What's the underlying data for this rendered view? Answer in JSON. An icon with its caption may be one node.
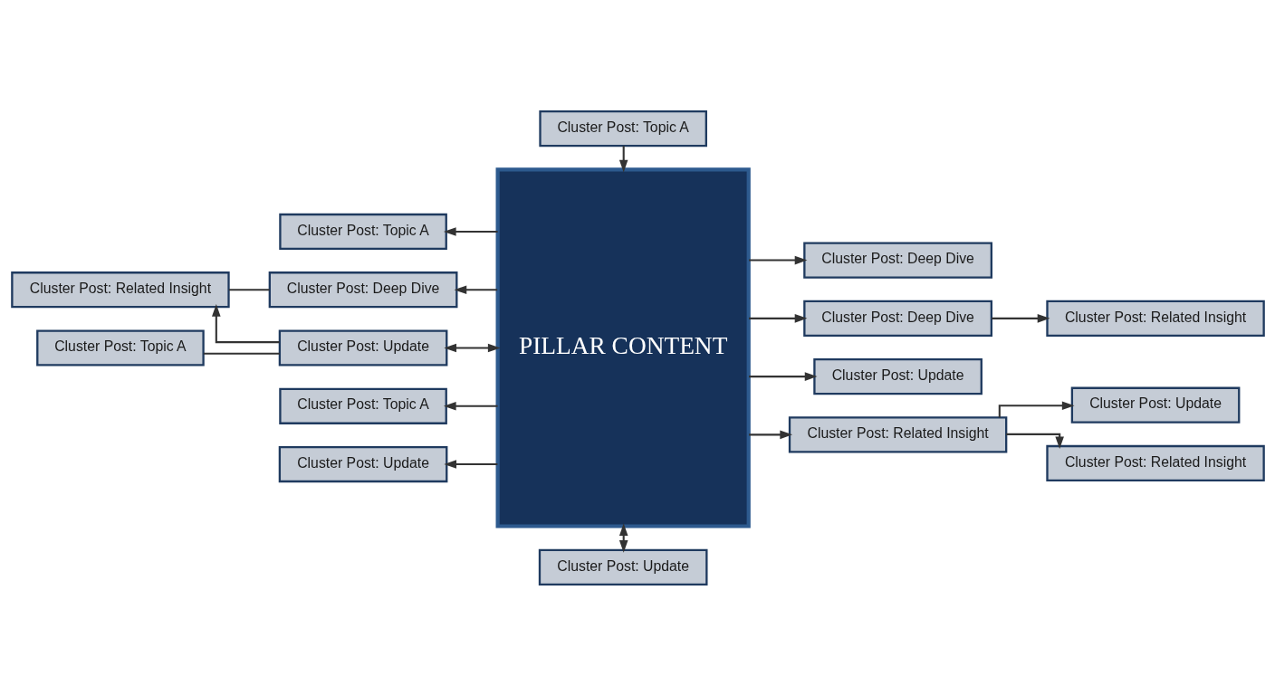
{
  "diagram": {
    "nodes": [
      {
        "text": [
          "PILLAR CONTENT"
        ]
      },
      {
        "text": [
          "Cluster Post: Topic A"
        ]
      },
      {
        "text": [
          "Cluster Post: Deep Dive"
        ]
      },
      {
        "text": [
          "Cluster Post: Related Insight"
        ]
      },
      {
        "text": [
          "Cluster Post: Update"
        ]
      },
      {
        "text": [
          "Cluster Post: Topic A"
        ]
      },
      {
        "text": [
          "Cluster Post: Topic A"
        ]
      },
      {
        "text": [
          "Cluster Post: Update"
        ]
      },
      {
        "text": [
          "Cluster Post: Topic A"
        ]
      },
      {
        "text": [
          "Cluster Post: Update"
        ]
      },
      {
        "text": [
          "Cluster Post: Deep Dive"
        ]
      },
      {
        "text": [
          "Cluster Post: Deep Dive"
        ]
      },
      {
        "text": [
          "Cluster Post: Related Insight"
        ]
      },
      {
        "text": [
          "Cluster Post: Update"
        ]
      },
      {
        "text": [
          "Cluster Post: Update"
        ]
      },
      {
        "text": [
          "Cluster Post: Related Insight"
        ]
      },
      {
        "text": [
          "Cluster Post: Related Insight"
        ]
      }
    ],
    "edges": [
      {
        "from": 0,
        "to": 1,
        "arrow": "to"
      },
      {
        "from": 0,
        "to": 2,
        "arrow": "to"
      },
      {
        "from": 2,
        "to": 3,
        "arrow": "none"
      },
      {
        "from": 4,
        "to": 3,
        "arrow": "to"
      },
      {
        "from": 0,
        "to": 4,
        "arrow": "both"
      },
      {
        "from": 4,
        "to": 5,
        "arrow": "none"
      },
      {
        "from": 0,
        "to": 6,
        "arrow": "to"
      },
      {
        "from": 0,
        "to": 7,
        "arrow": "to"
      },
      {
        "from": 8,
        "to": 0,
        "arrow": "to"
      },
      {
        "from": 0,
        "to": 9,
        "arrow": "both"
      },
      {
        "from": 0,
        "to": 10,
        "arrow": "to"
      },
      {
        "from": 0,
        "to": 11,
        "arrow": "to"
      },
      {
        "from": 11,
        "to": 12,
        "arrow": "to"
      },
      {
        "from": 0,
        "to": 13,
        "arrow": "to"
      },
      {
        "from": 0,
        "to": 15,
        "arrow": "to"
      },
      {
        "from": 15,
        "to": 14,
        "arrow": "to"
      },
      {
        "from": 15,
        "to": 16,
        "arrow": "to"
      }
    ]
  }
}
